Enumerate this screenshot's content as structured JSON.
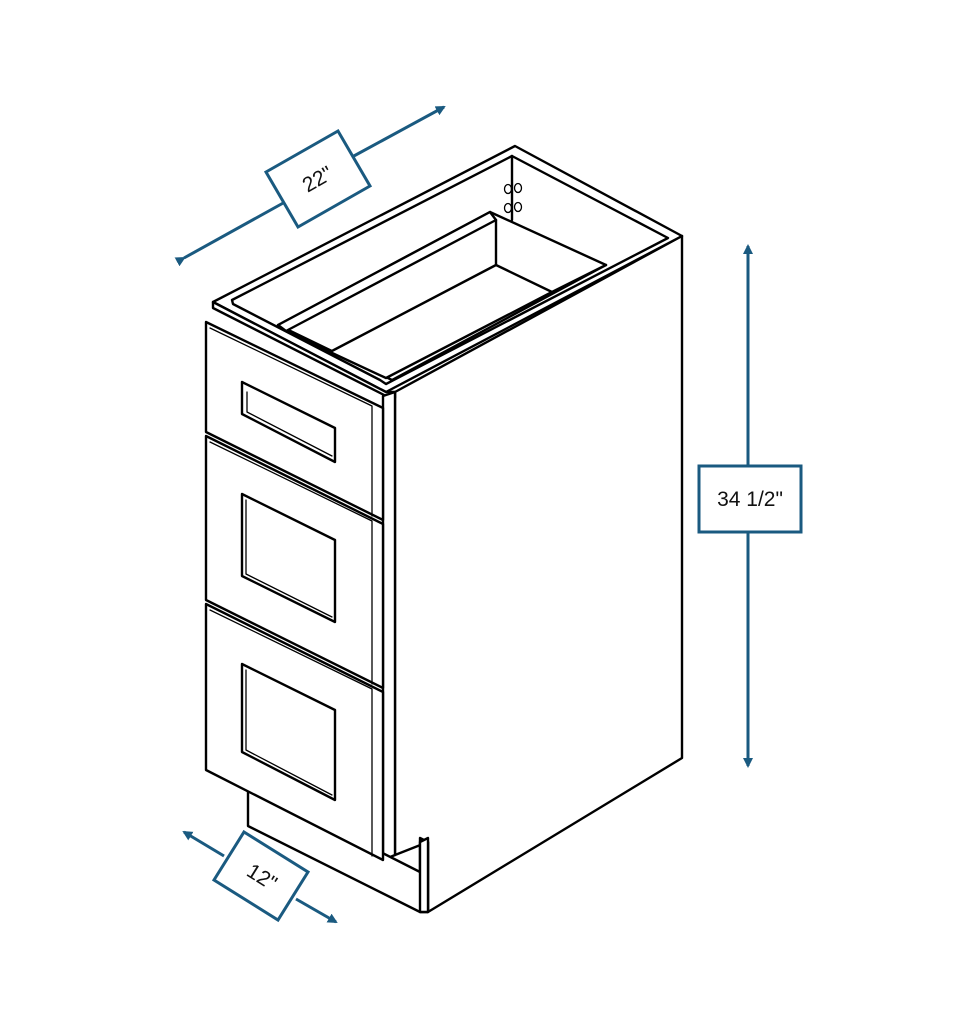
{
  "diagram": {
    "subject": "Three-drawer base cabinet",
    "view": "isometric line drawing",
    "line_color": "#000000",
    "background": "#ffffff",
    "drawers": [
      {
        "position": "top",
        "panel": "narrow raised panel"
      },
      {
        "position": "middle",
        "panel": "recessed panel"
      },
      {
        "position": "bottom",
        "panel": "recessed panel"
      }
    ]
  },
  "dimensions": {
    "accent_color": "#1a5a80",
    "depth": {
      "label": "22\"",
      "axis": "depth"
    },
    "height": {
      "label": "34 1/2\"",
      "axis": "height"
    },
    "width": {
      "label": "12\"",
      "axis": "width"
    }
  }
}
